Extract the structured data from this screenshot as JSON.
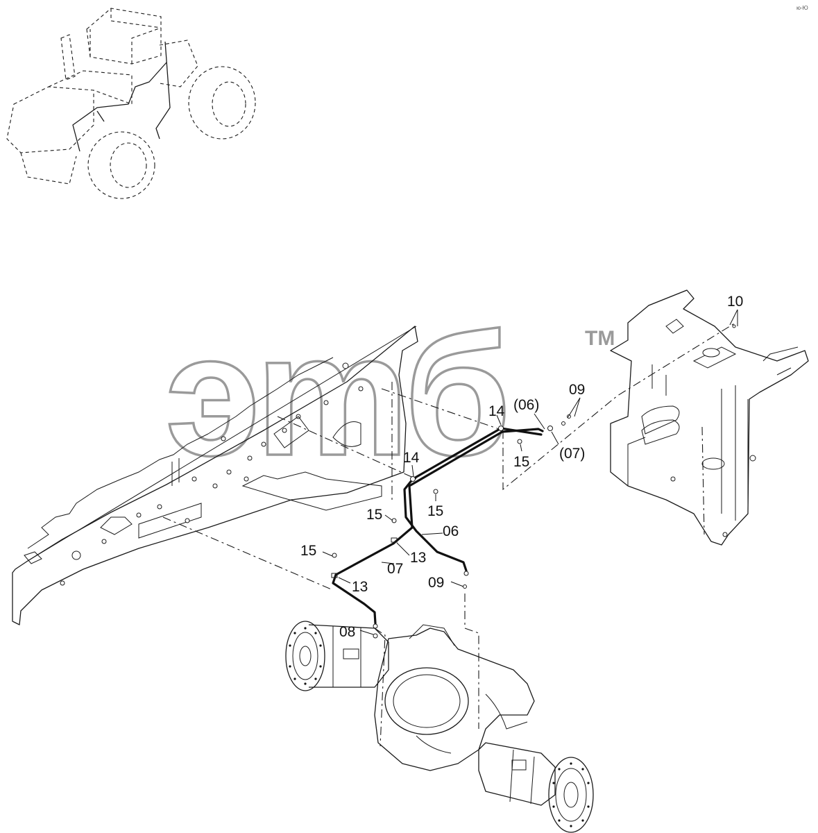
{
  "watermark": {
    "text": "эmб",
    "trademark": "TM"
  },
  "corner_mark": "ю-Ю",
  "callouts": {
    "c10": "10",
    "c09_top": "09",
    "c06_paren": "(06)",
    "c07_paren": "(07)",
    "c14_upper": "14",
    "c15_upper": "15",
    "c14_mid": "14",
    "c15_mid": "15",
    "c15_left_upper": "15",
    "c06": "06",
    "c13_upper": "13",
    "c15_left_lower": "15",
    "c07": "07",
    "c13_lower": "13",
    "c09_lower": "09",
    "c08": "08"
  },
  "colors": {
    "line": "#1a1a1a",
    "watermark": "#9a9a9a",
    "background": "#ffffff"
  }
}
